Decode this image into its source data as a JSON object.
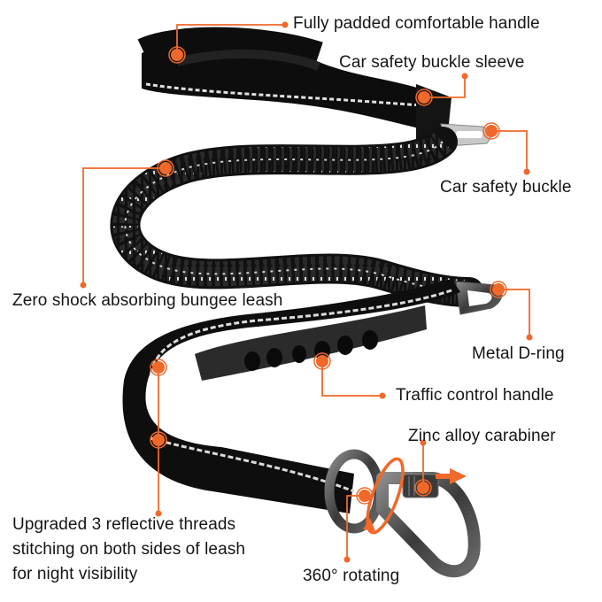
{
  "accent_color": "#f0682a",
  "callouts": [
    {
      "id": "handle",
      "text": "Fully padded comfortable handle"
    },
    {
      "id": "sleeve",
      "text": "Car safety buckle sleeve"
    },
    {
      "id": "buckle",
      "text": "Car safety buckle"
    },
    {
      "id": "bungee",
      "text": "Zero shock absorbing bungee leash"
    },
    {
      "id": "dring",
      "text": "Metal D-ring"
    },
    {
      "id": "traffic",
      "text": "Traffic control handle"
    },
    {
      "id": "carabiner",
      "text": "Zinc alloy carabiner"
    },
    {
      "id": "reflective",
      "text": "Upgraded 3 reflective threads\nstitching on both sides of leash\nfor night visibility"
    },
    {
      "id": "rotating",
      "text": "360° rotating"
    }
  ]
}
